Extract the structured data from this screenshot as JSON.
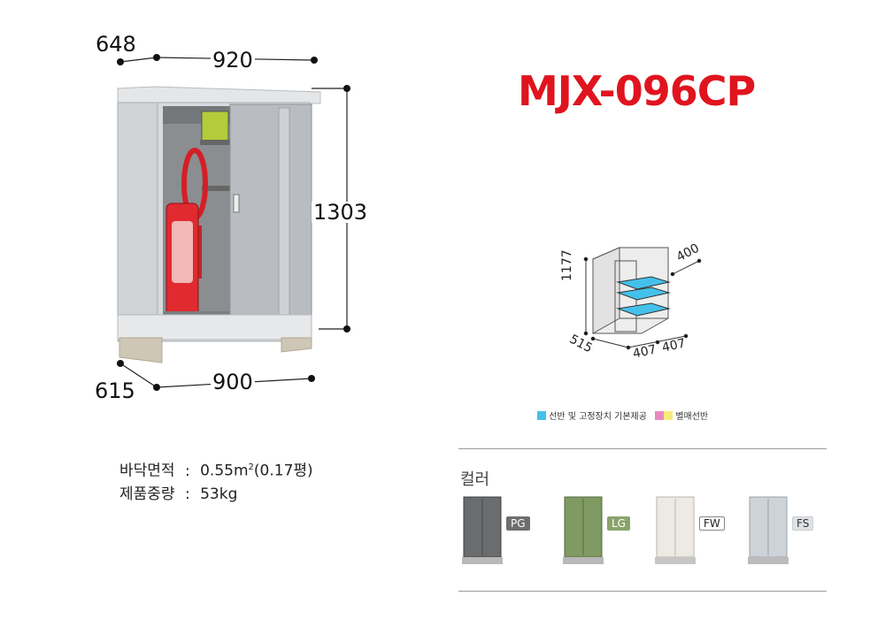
{
  "product": {
    "model": "MJX-096CP"
  },
  "dimensions": {
    "top_depth": "648",
    "top_width": "920",
    "height": "1303",
    "bottom_depth": "615",
    "bottom_width": "900"
  },
  "interior": {
    "height": "1177",
    "depth_top": "400",
    "depth_bottom": "515",
    "width_left": "407",
    "width_right": "407"
  },
  "legend": {
    "included": "선반 및 고정장치 기본제공",
    "optional": "별매선반",
    "colors": {
      "included": "#44c1ea",
      "optional_pink": "#e98ac0",
      "optional_yellow": "#f6ea7c"
    }
  },
  "specs": {
    "floor_area_label": "바닥면적",
    "floor_area_value": "0.55m",
    "floor_area_sup": "2",
    "floor_area_pyeong": "(0.17평)",
    "weight_label": "제품중량",
    "weight_value": "53kg",
    "separator": ":"
  },
  "colors": {
    "title": "컬러",
    "options": [
      {
        "code": "PG",
        "hex": "#6a6c6e"
      },
      {
        "code": "LG",
        "hex": "#7f9a62"
      },
      {
        "code": "FW",
        "hex": "#eceae3"
      },
      {
        "code": "FS",
        "hex": "#cdd3d8"
      }
    ]
  },
  "accent_color": "#e0141e"
}
